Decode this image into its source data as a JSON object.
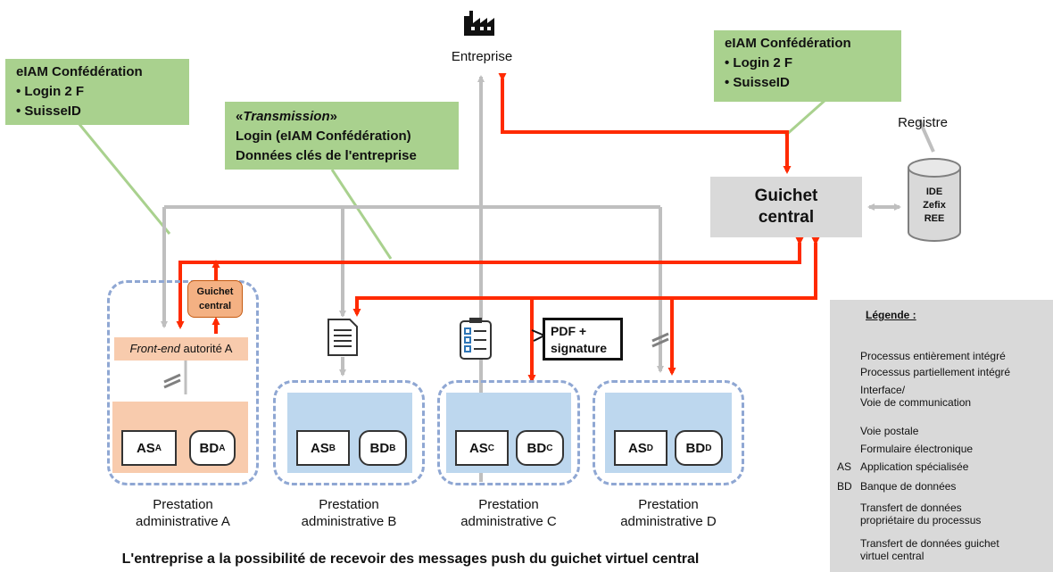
{
  "enterprise": {
    "label": "Entreprise",
    "icon": "factory-icon"
  },
  "eiam_left": {
    "title": "eIAM Confédération",
    "items": [
      "• Login 2 F",
      "• SuisseID"
    ]
  },
  "eiam_right": {
    "title": "eIAM Confédération",
    "items": [
      "• Login 2 F",
      "• SuisseID"
    ]
  },
  "transmission": {
    "line1_prefix": "«",
    "line1_italic": "Transmission",
    "line1_suffix": "»",
    "line2": "Login (eIAM Confédération)",
    "line3": "Données clés de l'entreprise"
  },
  "guichet_central": {
    "line1": "Guichet",
    "line2": "central"
  },
  "registre": {
    "label": "Registre",
    "items": [
      "IDE",
      "Zefix",
      "REE"
    ]
  },
  "small_guichet": {
    "line1": "Guichet",
    "line2": "central"
  },
  "frontend": {
    "italic": "Front-end",
    "rest": " autorité A"
  },
  "pdf_box": {
    "line1": "PDF +",
    "line2": "signature"
  },
  "services": [
    {
      "as": "AS",
      "as_sub": "A",
      "bd": "BD",
      "bd_sub": "A",
      "label1": "Prestation",
      "label2": "administrative A"
    },
    {
      "as": "AS",
      "as_sub": "B",
      "bd": "BD",
      "bd_sub": "B",
      "label1": "Prestation",
      "label2": "administrative B"
    },
    {
      "as": "AS",
      "as_sub": "C",
      "bd": "BD",
      "bd_sub": "C",
      "label1": "Prestation",
      "label2": "administrative C"
    },
    {
      "as": "AS",
      "as_sub": "D",
      "bd": "BD",
      "bd_sub": "D",
      "label1": "Prestation",
      "label2": "administrative D"
    }
  ],
  "legend": {
    "title": "Légende :",
    "items": [
      {
        "text1": "Processus entièrement intégré",
        "text2": ""
      },
      {
        "text1": "Processus partiellement intégré",
        "text2": ""
      },
      {
        "text1": "Interface/",
        "text2": "Voie de communication"
      },
      {
        "text1": "Voie postale",
        "text2": ""
      },
      {
        "text1": "Formulaire électronique",
        "text2": ""
      },
      {
        "text1": "Application spécialisée",
        "text2": "",
        "key": "AS"
      },
      {
        "text1": "Banque de données",
        "text2": "",
        "key": "BD"
      },
      {
        "text1": "Transfert de données",
        "text2": "propriétaire du processus"
      },
      {
        "text1": "Transfert de données guichet",
        "text2": "virtuel central"
      }
    ]
  },
  "caption": "L'entreprise a la possibilité de recevoir des messages push du guichet virtuel central",
  "colors": {
    "red": "#ff2a00",
    "gray": "#bfbfbf",
    "green": "#a9d18e",
    "blue": "#bdd7ee",
    "orange": "#f8cbad",
    "legend_bg": "#d9d9d9"
  }
}
